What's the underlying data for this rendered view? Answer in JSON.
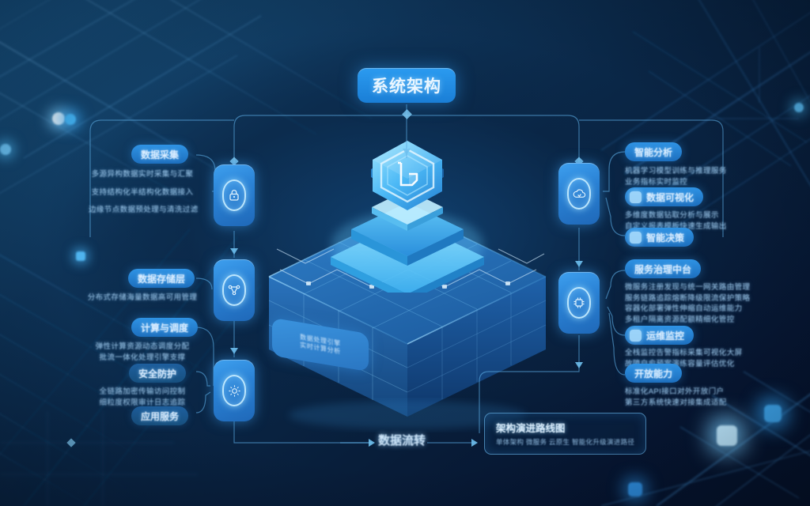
{
  "meta": {
    "domain": "Diagram",
    "background_color": "#0a2747",
    "accent_color": "#2b9bf0",
    "glow_color": "#8ad4ff",
    "text_color": "#dceeff"
  },
  "title": {
    "label": "系统架构"
  },
  "center": {
    "badge_name": "shield-badge",
    "pedestal_name": "layered-pedestal",
    "platform_name": "isometric-data-platform",
    "iso_tag_text": "数据处理引擎\n实时计算分析"
  },
  "left_column": {
    "nodes": [
      {
        "name": "node-left-1",
        "icon": "shield-lock-icon"
      },
      {
        "name": "node-left-2",
        "icon": "shield-network-icon"
      },
      {
        "name": "node-left-3",
        "icon": "shield-gear-icon"
      }
    ],
    "groups": [
      {
        "heading": "数据采集",
        "lines": [
          "多源异构数据实时采集与汇聚",
          "支持结构化半结构化数据接入",
          "边缘节点数据预处理与清洗过滤"
        ]
      },
      {
        "heading": "数据存储层",
        "lines": [
          "分布式存储海量数据高可用管理"
        ]
      },
      {
        "heading": "计算与调度",
        "lines": [
          "弹性计算资源动态调度分配",
          "批流一体化处理引擎支撑"
        ]
      },
      {
        "heading": "安全防护",
        "lines": [
          "全链路加密传输访问控制",
          "细粒度权限审计日志追踪"
        ],
        "sub_pill": "应用服务"
      }
    ]
  },
  "right_column": {
    "nodes": [
      {
        "name": "node-right-1",
        "icon": "shield-cloud-icon"
      },
      {
        "name": "node-right-2",
        "icon": "shield-chip-icon"
      }
    ],
    "groups": [
      {
        "heading": "智能分析",
        "lines": [
          "机器学习模型训练与推理服务",
          "业务指标实时监控"
        ],
        "pill": "数据可视化",
        "pill2": "智能决策",
        "pill2_lines": [
          "多维度数据钻取分析与展示",
          "自定义报表模板快速生成输出"
        ]
      },
      {
        "heading": "服务治理中台",
        "lines": [
          "微服务注册发现与统一网关路由管理",
          "服务链路追踪熔断降级限流保护策略",
          "容器化部署弹性伸缩自动运维能力",
          "多租户隔离资源配额精细化管控"
        ],
        "pill": "运维监控",
        "pill_lines": [
          "全栈监控告警指标采集可视化大屏",
          "故障自愈预案演练容量评估优化"
        ]
      },
      {
        "heading": "开放能力",
        "lines": [
          "标准化API接口对外开放门户",
          "第三方系统快速对接集成适配"
        ]
      }
    ]
  },
  "bottom": {
    "axis_label": "数据流转",
    "callout": {
      "heading": "架构演进路线图",
      "subtext": "单体架构 微服务 云原生 智能化升级演进路径"
    }
  }
}
